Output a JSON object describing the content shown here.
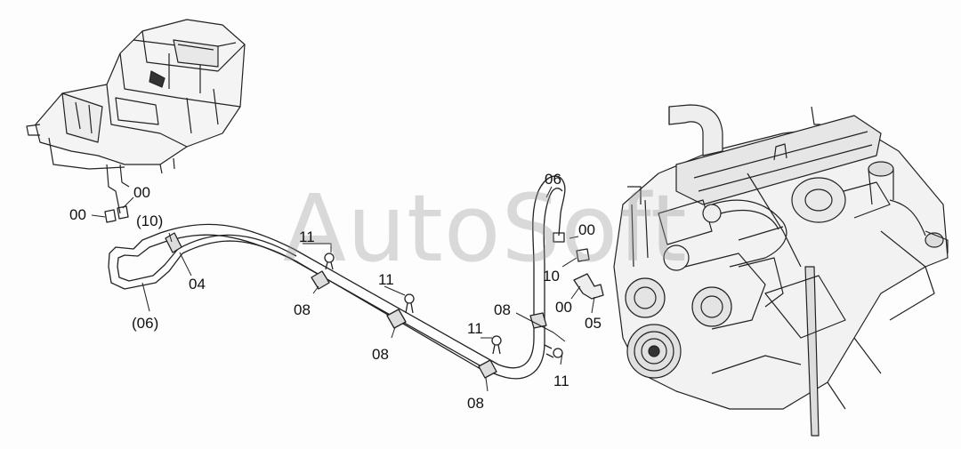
{
  "watermark": "AutoSoft",
  "labels": [
    {
      "id": "l1",
      "text": "00"
    },
    {
      "id": "l2",
      "text": "00"
    },
    {
      "id": "l3",
      "text": "(10)"
    },
    {
      "id": "l4",
      "text": "04"
    },
    {
      "id": "l5",
      "text": "(06)"
    },
    {
      "id": "l6",
      "text": "11"
    },
    {
      "id": "l7",
      "text": "08"
    },
    {
      "id": "l8",
      "text": "11"
    },
    {
      "id": "l9",
      "text": "08"
    },
    {
      "id": "l10",
      "text": "11"
    },
    {
      "id": "l11",
      "text": "08"
    },
    {
      "id": "l12",
      "text": "08"
    },
    {
      "id": "l13",
      "text": "11"
    },
    {
      "id": "l14",
      "text": "06"
    },
    {
      "id": "l15",
      "text": "00"
    },
    {
      "id": "l16",
      "text": "10"
    },
    {
      "id": "l17",
      "text": "00"
    },
    {
      "id": "l18",
      "text": "05"
    }
  ]
}
